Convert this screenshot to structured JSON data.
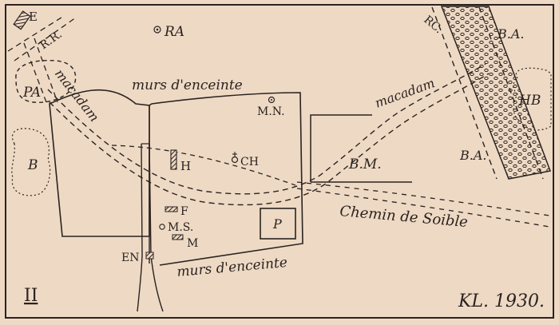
{
  "labels": {
    "e": "E",
    "rr": "R.R.",
    "ra": "RA",
    "rc": "RC.",
    "ba_top": "B.A.",
    "ba_right": "B.A.",
    "hb": "HB",
    "pa": "PA",
    "b": "B",
    "macadam_left": "macadam",
    "macadam_right": "macadam",
    "murs_top": "murs d'enceinte",
    "murs_bottom": "murs d'enceinte",
    "mn": "M.N.",
    "h": "H",
    "ch": "CH",
    "bm": "B.M.",
    "chemin": "Chemin de Soible",
    "f": "F",
    "ms": "M.S.",
    "m": "M",
    "p": "P",
    "en": "EN",
    "plate_number": "II",
    "signature": "KL. 1930."
  },
  "colors": {
    "paper": "#eed9c4",
    "ink": "#2a2320"
  }
}
